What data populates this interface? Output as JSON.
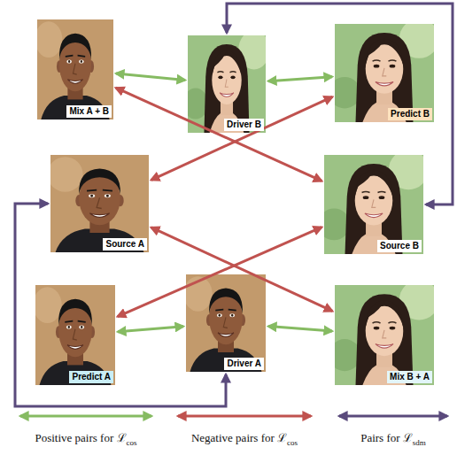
{
  "diagram": {
    "nodes": [
      {
        "text": [
          "Mix A + B"
        ]
      },
      {
        "text": [
          "Driver B"
        ]
      },
      {
        "text": [
          "Predict B"
        ]
      },
      {
        "text": [
          "Source A"
        ]
      },
      {
        "text": [
          "Source B"
        ]
      },
      {
        "text": [
          "Predict A"
        ]
      },
      {
        "text": [
          "Driver A"
        ]
      },
      {
        "text": [
          "Mix B + A"
        ]
      }
    ],
    "edges": [
      {
        "from": 0,
        "to": 1,
        "arrow": "both"
      },
      {
        "from": 1,
        "to": 2,
        "arrow": "both"
      },
      {
        "from": 5,
        "to": 6,
        "arrow": "both"
      },
      {
        "from": 6,
        "to": 7,
        "arrow": "both"
      },
      {
        "from": 0,
        "to": 4,
        "arrow": "both"
      },
      {
        "from": 2,
        "to": 3,
        "arrow": "both"
      },
      {
        "from": 3,
        "to": 7,
        "arrow": "both"
      },
      {
        "from": 4,
        "to": 5,
        "arrow": "both"
      },
      {
        "from": 1,
        "to": 4,
        "arrow": "both"
      },
      {
        "from": 6,
        "to": 3,
        "arrow": "both"
      }
    ],
    "legend": [
      {
        "text": "Positive pairs for ℒcos"
      },
      {
        "text": "Negative pairs for ℒcos"
      },
      {
        "text": "Pairs for ℒsdm"
      }
    ]
  }
}
